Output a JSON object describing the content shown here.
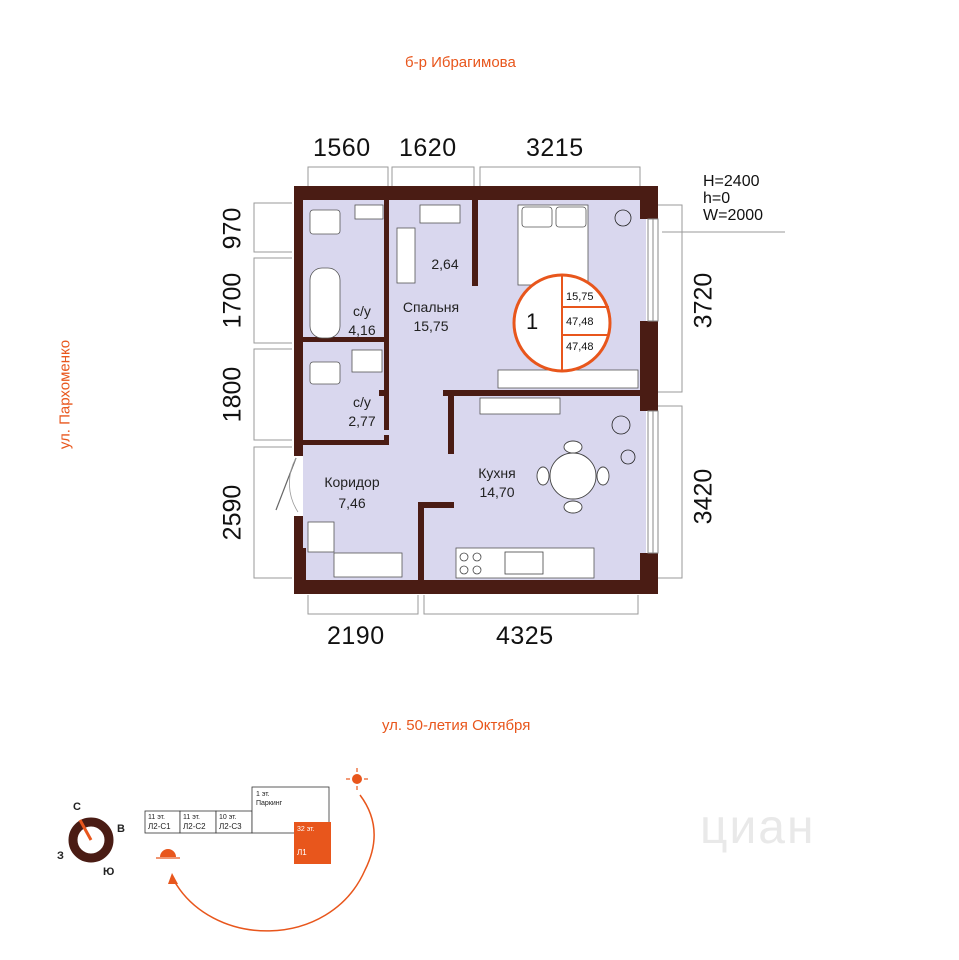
{
  "streets": {
    "top": "б-р Ибрагимова",
    "left": "ул. Пархоменко",
    "bottom": "ул. 50-летия Октября"
  },
  "dimensions": {
    "top": [
      "1560",
      "1620",
      "3215"
    ],
    "bottom": [
      "2190",
      "4325"
    ],
    "left": [
      "970",
      "1700",
      "1800",
      "2590"
    ],
    "right": [
      "3720",
      "3420"
    ]
  },
  "window_spec": {
    "height": "H=2400",
    "sill": "h=0",
    "width": "W=2000"
  },
  "rooms": [
    {
      "name": "",
      "area": "2,64"
    },
    {
      "name": "Спальня",
      "area": "15,75"
    },
    {
      "name": "с/у",
      "area": "4,16"
    },
    {
      "name": "с/у",
      "area": "2,77"
    },
    {
      "name": "Коридор",
      "area": "7,46"
    },
    {
      "name": "Кухня",
      "area": "14,70"
    }
  ],
  "apartment_badge": {
    "rooms_count": "1",
    "living_area": "15,75",
    "total_area": "47,48",
    "total_area_2": "47,48"
  },
  "compass": {
    "north": "С",
    "east": "В",
    "south": "Ю",
    "west": "З"
  },
  "site_plan": {
    "blocks": [
      {
        "floors": "11 эт.",
        "name": "Л2-С1"
      },
      {
        "floors": "11 эт.",
        "name": "Л2-С2"
      },
      {
        "floors": "10 эт.",
        "name": "Л2-С3"
      }
    ],
    "parking": {
      "floors": "1 эт.",
      "name": "Паркинг"
    },
    "tower": {
      "floors": "32 эт.",
      "name": "Л1"
    }
  },
  "watermark": "циан",
  "colors": {
    "wall": "#4a1c14",
    "floor": "#d9d7ee",
    "accent": "#e8561c"
  }
}
